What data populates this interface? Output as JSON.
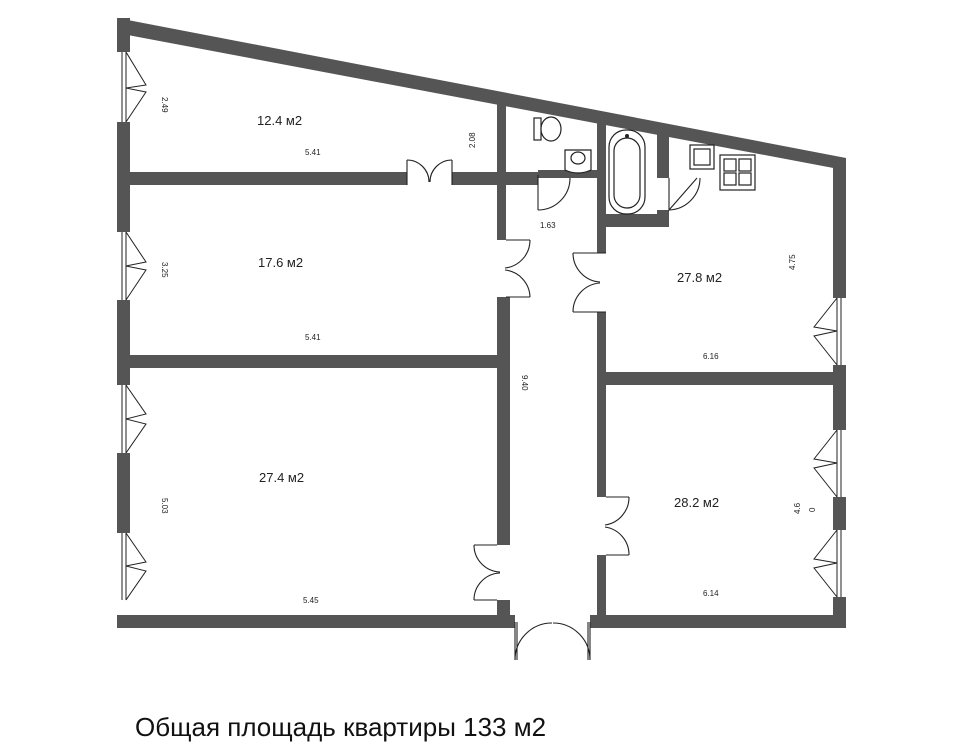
{
  "rooms": [
    {
      "area": "12.4 м2",
      "width": "5.41",
      "height": "2.49"
    },
    {
      "area": "17.6 м2",
      "width": "5.41",
      "height": "3.25"
    },
    {
      "area": "27.4 м2",
      "width": "5.45",
      "height": "5.03"
    },
    {
      "area": "27.8 м2",
      "width": "6.16",
      "height": "4.75"
    },
    {
      "area": "28.2 м2",
      "width": "6.14",
      "height_a": "4.6",
      "height_b": "0"
    }
  ],
  "dimensions": {
    "bath_height": "2.08",
    "bath_width": "1.63",
    "corridor_length": "9.40"
  },
  "footer": "Общая площадь квартиры 133 м2",
  "colors": {
    "wall": "#555555",
    "line": "#222222",
    "background": "#ffffff"
  }
}
